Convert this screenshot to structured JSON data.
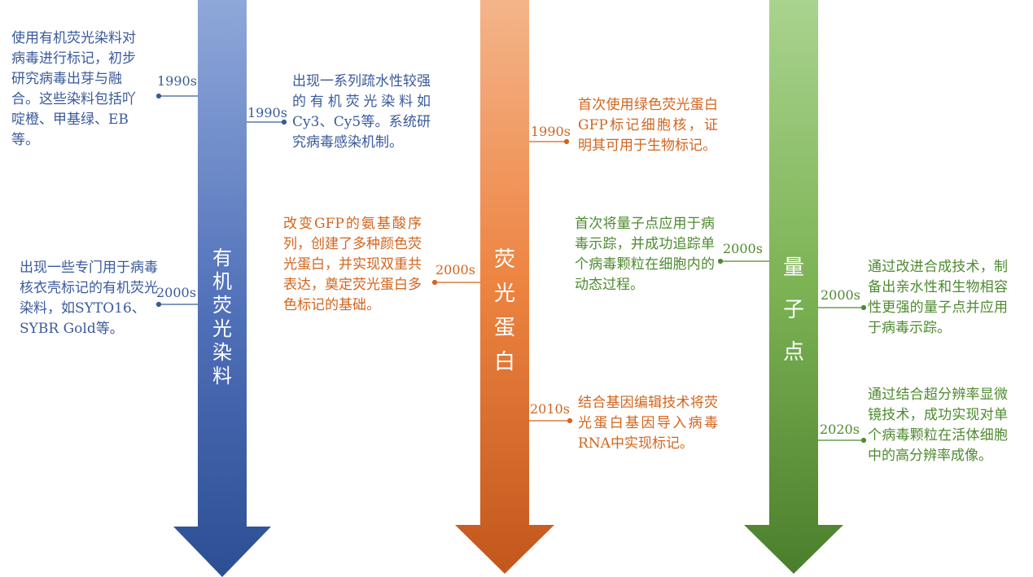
{
  "colors": {
    "blue": "#3a5a9c",
    "orange": "#d2651e",
    "green": "#4e8a2f"
  },
  "columns": [
    {
      "title": "有机荧光染料",
      "entries": [
        {
          "year": "1990s",
          "text": "使用有机荧光染料对病毒进行标记，初步研究病毒出芽与融合。这些染料包括吖啶橙、甲基绿、EB等。"
        },
        {
          "year": "1990s",
          "text": "出现一系列疏水性较强的有机荧光染料如Cy3、Cy5等。系统研究病毒感染机制。"
        },
        {
          "year": "2000s",
          "text": "出现一些专门用于病毒核衣壳标记的有机荧光染料，如SYTO16、SYBR Gold等。"
        }
      ]
    },
    {
      "title": "荧光蛋白",
      "entries": [
        {
          "year": "1990s",
          "text": "首次使用绿色荧光蛋白GFP标记细胞核，证明其可用于生物标记。"
        },
        {
          "year": "2000s",
          "text": "改变GFP的氨基酸序列，创建了多种颜色荧光蛋白，并实现双重共表达，奠定荧光蛋白多色标记的基础。"
        },
        {
          "year": "2010s",
          "text": "结合基因编辑技术将荧光蛋白基因导入病毒RNA中实现标记。"
        }
      ]
    },
    {
      "title": "量子点",
      "entries": [
        {
          "year": "2000s",
          "text": "首次将量子点应用于病毒示踪，并成功追踪单个病毒颗粒在细胞内的动态过程。"
        },
        {
          "year": "2000s",
          "text": "通过改进合成技术，制备出亲水性和生物相容性更强的量子点并应用于病毒示踪。"
        },
        {
          "year": "2020s",
          "text": "通过结合超分辨率显微镜技术，成功实现对单个病毒颗粒在活体细胞中的高分辨率成像。"
        }
      ]
    }
  ]
}
